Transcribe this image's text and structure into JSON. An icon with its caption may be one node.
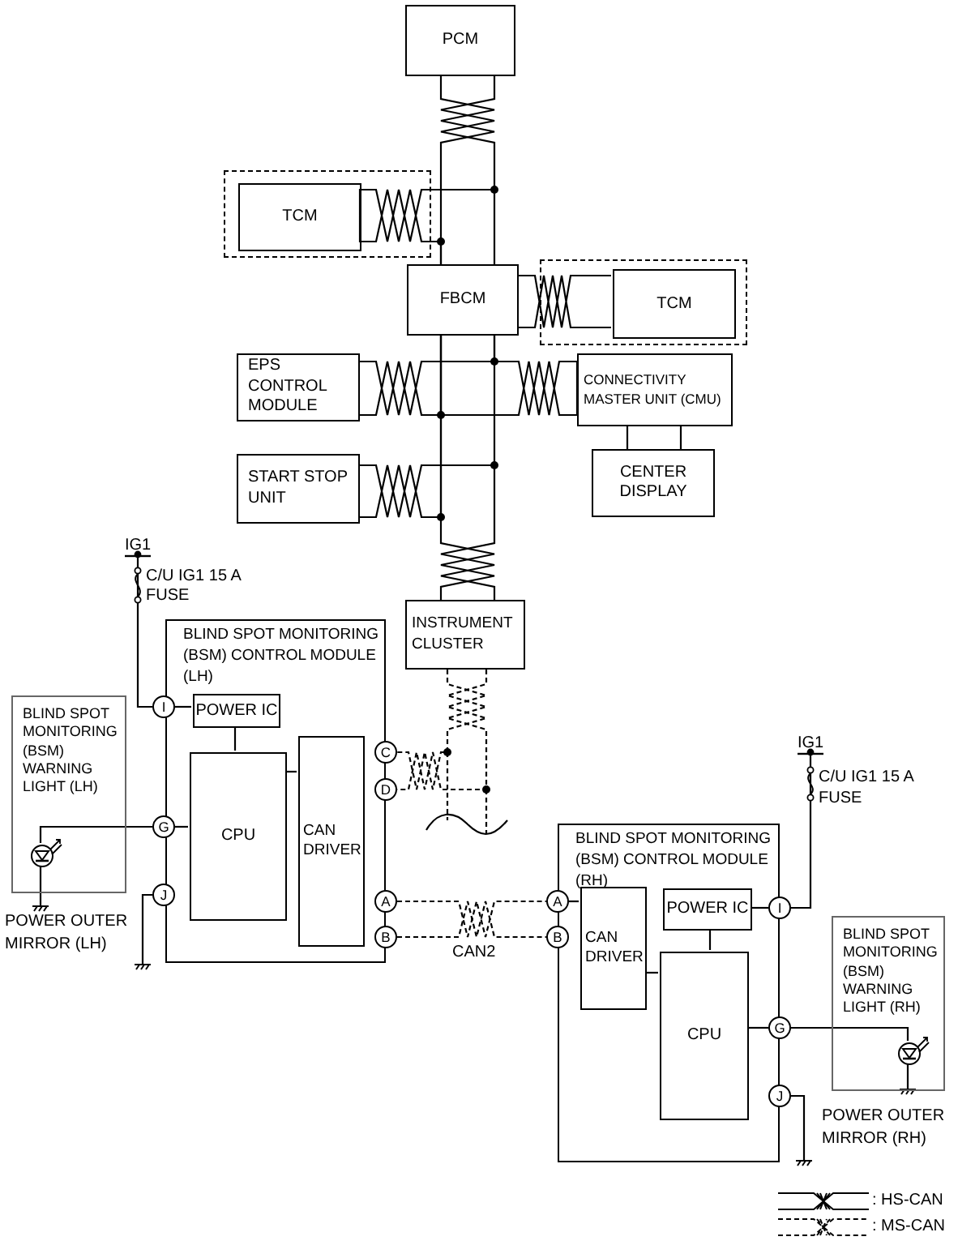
{
  "diagram": {
    "nodes": [
      {
        "text": [
          "PCM"
        ]
      },
      {
        "text": [],
        "shape": "box"
      },
      {
        "text": [
          "TCM"
        ],
        "in": 1
      },
      {
        "text": [
          "FBCM"
        ]
      },
      {
        "text": [],
        "shape": "box"
      },
      {
        "text": [
          "TCM"
        ],
        "in": 4
      },
      {
        "text": [
          "EPS CONTROL MODULE"
        ]
      },
      {
        "text": [
          "CONNECTIVITY MASTER UNIT (CMU)"
        ]
      },
      {
        "text": [
          "CENTER DISPLAY"
        ]
      },
      {
        "text": [
          "START STOP UNIT"
        ]
      },
      {
        "text": [
          "INSTRUMENT CLUSTER"
        ]
      },
      {
        "text": [
          "IG1"
        ]
      },
      {
        "text": [
          "BLIND SPOT MONITORING (BSM) CONTROL MODULE (LH)"
        ]
      },
      {
        "text": [
          "POWER IC"
        ],
        "in": 12
      },
      {
        "text": [
          "CPU"
        ],
        "in": 12
      },
      {
        "text": [
          "CAN DRIVER"
        ],
        "in": 12
      },
      {
        "text": [
          "I"
        ]
      },
      {
        "text": [
          "G"
        ]
      },
      {
        "text": [
          "J"
        ]
      },
      {
        "text": [
          "C"
        ]
      },
      {
        "text": [
          "D"
        ]
      },
      {
        "text": [
          "A"
        ]
      },
      {
        "text": [
          "B"
        ]
      },
      {
        "text": [
          "BLIND SPOT MONITORING (BSM) WARNING LIGHT (LH)"
        ],
        "beside": [
          "POWER OUTER MIRROR (LH)"
        ]
      },
      {
        "text": [],
        "shape": "circle",
        "in": 23
      },
      {
        "text": [
          "IG1"
        ]
      },
      {
        "text": [
          "BLIND SPOT MONITORING (BSM) CONTROL MODULE (RH)"
        ]
      },
      {
        "text": [
          "CAN DRIVER"
        ],
        "in": 26
      },
      {
        "text": [
          "POWER IC"
        ],
        "in": 26
      },
      {
        "text": [
          "CPU"
        ],
        "in": 26
      },
      {
        "text": [
          "A"
        ]
      },
      {
        "text": [
          "B"
        ]
      },
      {
        "text": [
          "I"
        ]
      },
      {
        "text": [
          "G"
        ]
      },
      {
        "text": [
          "J"
        ]
      },
      {
        "text": [
          "BLIND SPOT MONITORING (BSM) WARNING LIGHT (RH)"
        ],
        "beside": [
          "POWER OUTER MIRROR (RH)"
        ]
      },
      {
        "text": [],
        "shape": "circle",
        "in": 35
      }
    ],
    "edges": [
      {
        "from": 0,
        "to": 3,
        "arrow": "none"
      },
      {
        "from": 2,
        "to": 3,
        "arrow": "none"
      },
      {
        "from": 3,
        "to": 5,
        "arrow": "none"
      },
      {
        "from": 6,
        "to": 3,
        "arrow": "none"
      },
      {
        "from": 7,
        "to": 3,
        "arrow": "none"
      },
      {
        "from": 9,
        "to": 3,
        "arrow": "none"
      },
      {
        "from": 3,
        "to": 10,
        "arrow": "none"
      },
      {
        "from": 7,
        "to": 8,
        "arrow": "none"
      },
      {
        "from": 10,
        "to": 19,
        "arrow": "none",
        "style": "dashed"
      },
      {
        "from": 10,
        "to": 20,
        "arrow": "none",
        "style": "dashed"
      },
      {
        "from": 21,
        "to": 30,
        "arrow": "none",
        "style": "dashed"
      },
      {
        "from": 22,
        "to": 31,
        "arrow": "none",
        "style": "dashed"
      },
      {
        "from": 11,
        "to": 16,
        "arrow": "other"
      },
      {
        "from": 16,
        "to": 13,
        "arrow": "none"
      },
      {
        "from": 13,
        "to": 14,
        "arrow": "none"
      },
      {
        "from": 14,
        "to": 15,
        "arrow": "none"
      },
      {
        "from": 17,
        "to": 14,
        "arrow": "none"
      },
      {
        "from": 17,
        "to": 24,
        "arrow": "none"
      },
      {
        "from": 24,
        "to": null,
        "arrow": "none"
      },
      {
        "from": 18,
        "to": null,
        "arrow": "none"
      },
      {
        "from": 30,
        "to": 27,
        "arrow": "none"
      },
      {
        "from": 27,
        "to": 29,
        "arrow": "none"
      },
      {
        "from": 28,
        "to": 29,
        "arrow": "none"
      },
      {
        "from": 28,
        "to": 32,
        "arrow": "none"
      },
      {
        "from": 25,
        "to": 32,
        "arrow": "other"
      },
      {
        "from": 29,
        "to": 33,
        "arrow": "none"
      },
      {
        "from": 33,
        "to": 36,
        "arrow": "none"
      },
      {
        "from": 36,
        "to": null,
        "arrow": "none"
      },
      {
        "from": 34,
        "to": null,
        "arrow": "none"
      }
    ],
    "labels": [
      "C/U IG1 15 A",
      "FUSE",
      "CAN2",
      "C/U IG1 15 A",
      "FUSE"
    ],
    "legend": [
      {
        "text": ": HS-CAN"
      },
      {
        "text": ": MS-CAN"
      }
    ]
  }
}
